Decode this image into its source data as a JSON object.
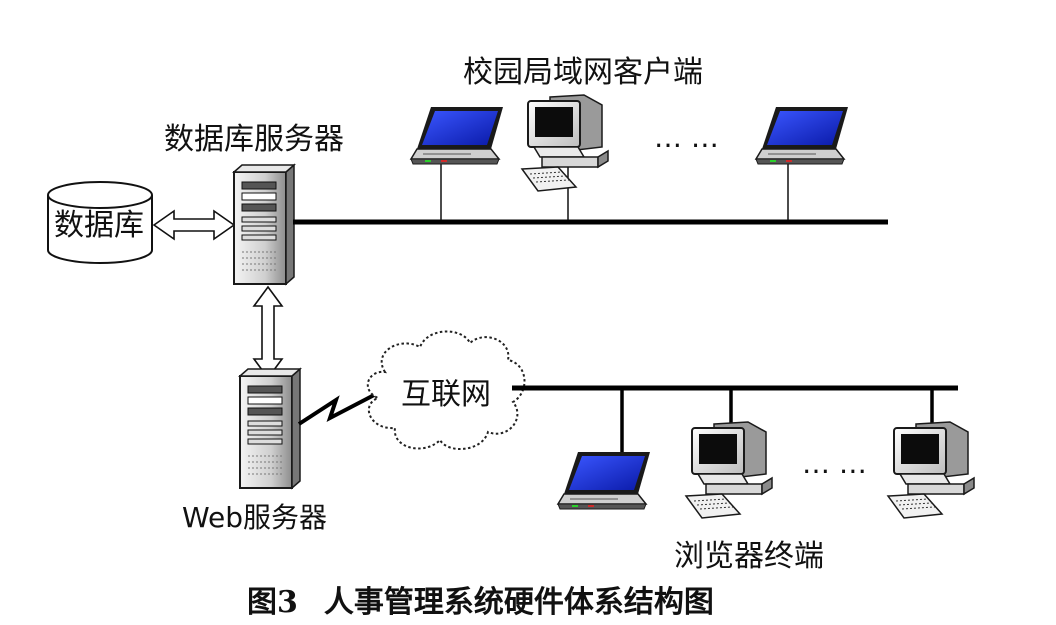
{
  "labels": {
    "campus_lan_clients": "校园局域网客户端",
    "db_server": "数据库服务器",
    "database": "数据库",
    "internet": "互联网",
    "web_server": "Web服务器",
    "browser_terminals": "浏览器终端",
    "ellipsis_top": "… …",
    "ellipsis_bottom": "… …"
  },
  "caption": {
    "figure_number": "图3",
    "title": "人事管理系统硬件体系结构图"
  }
}
